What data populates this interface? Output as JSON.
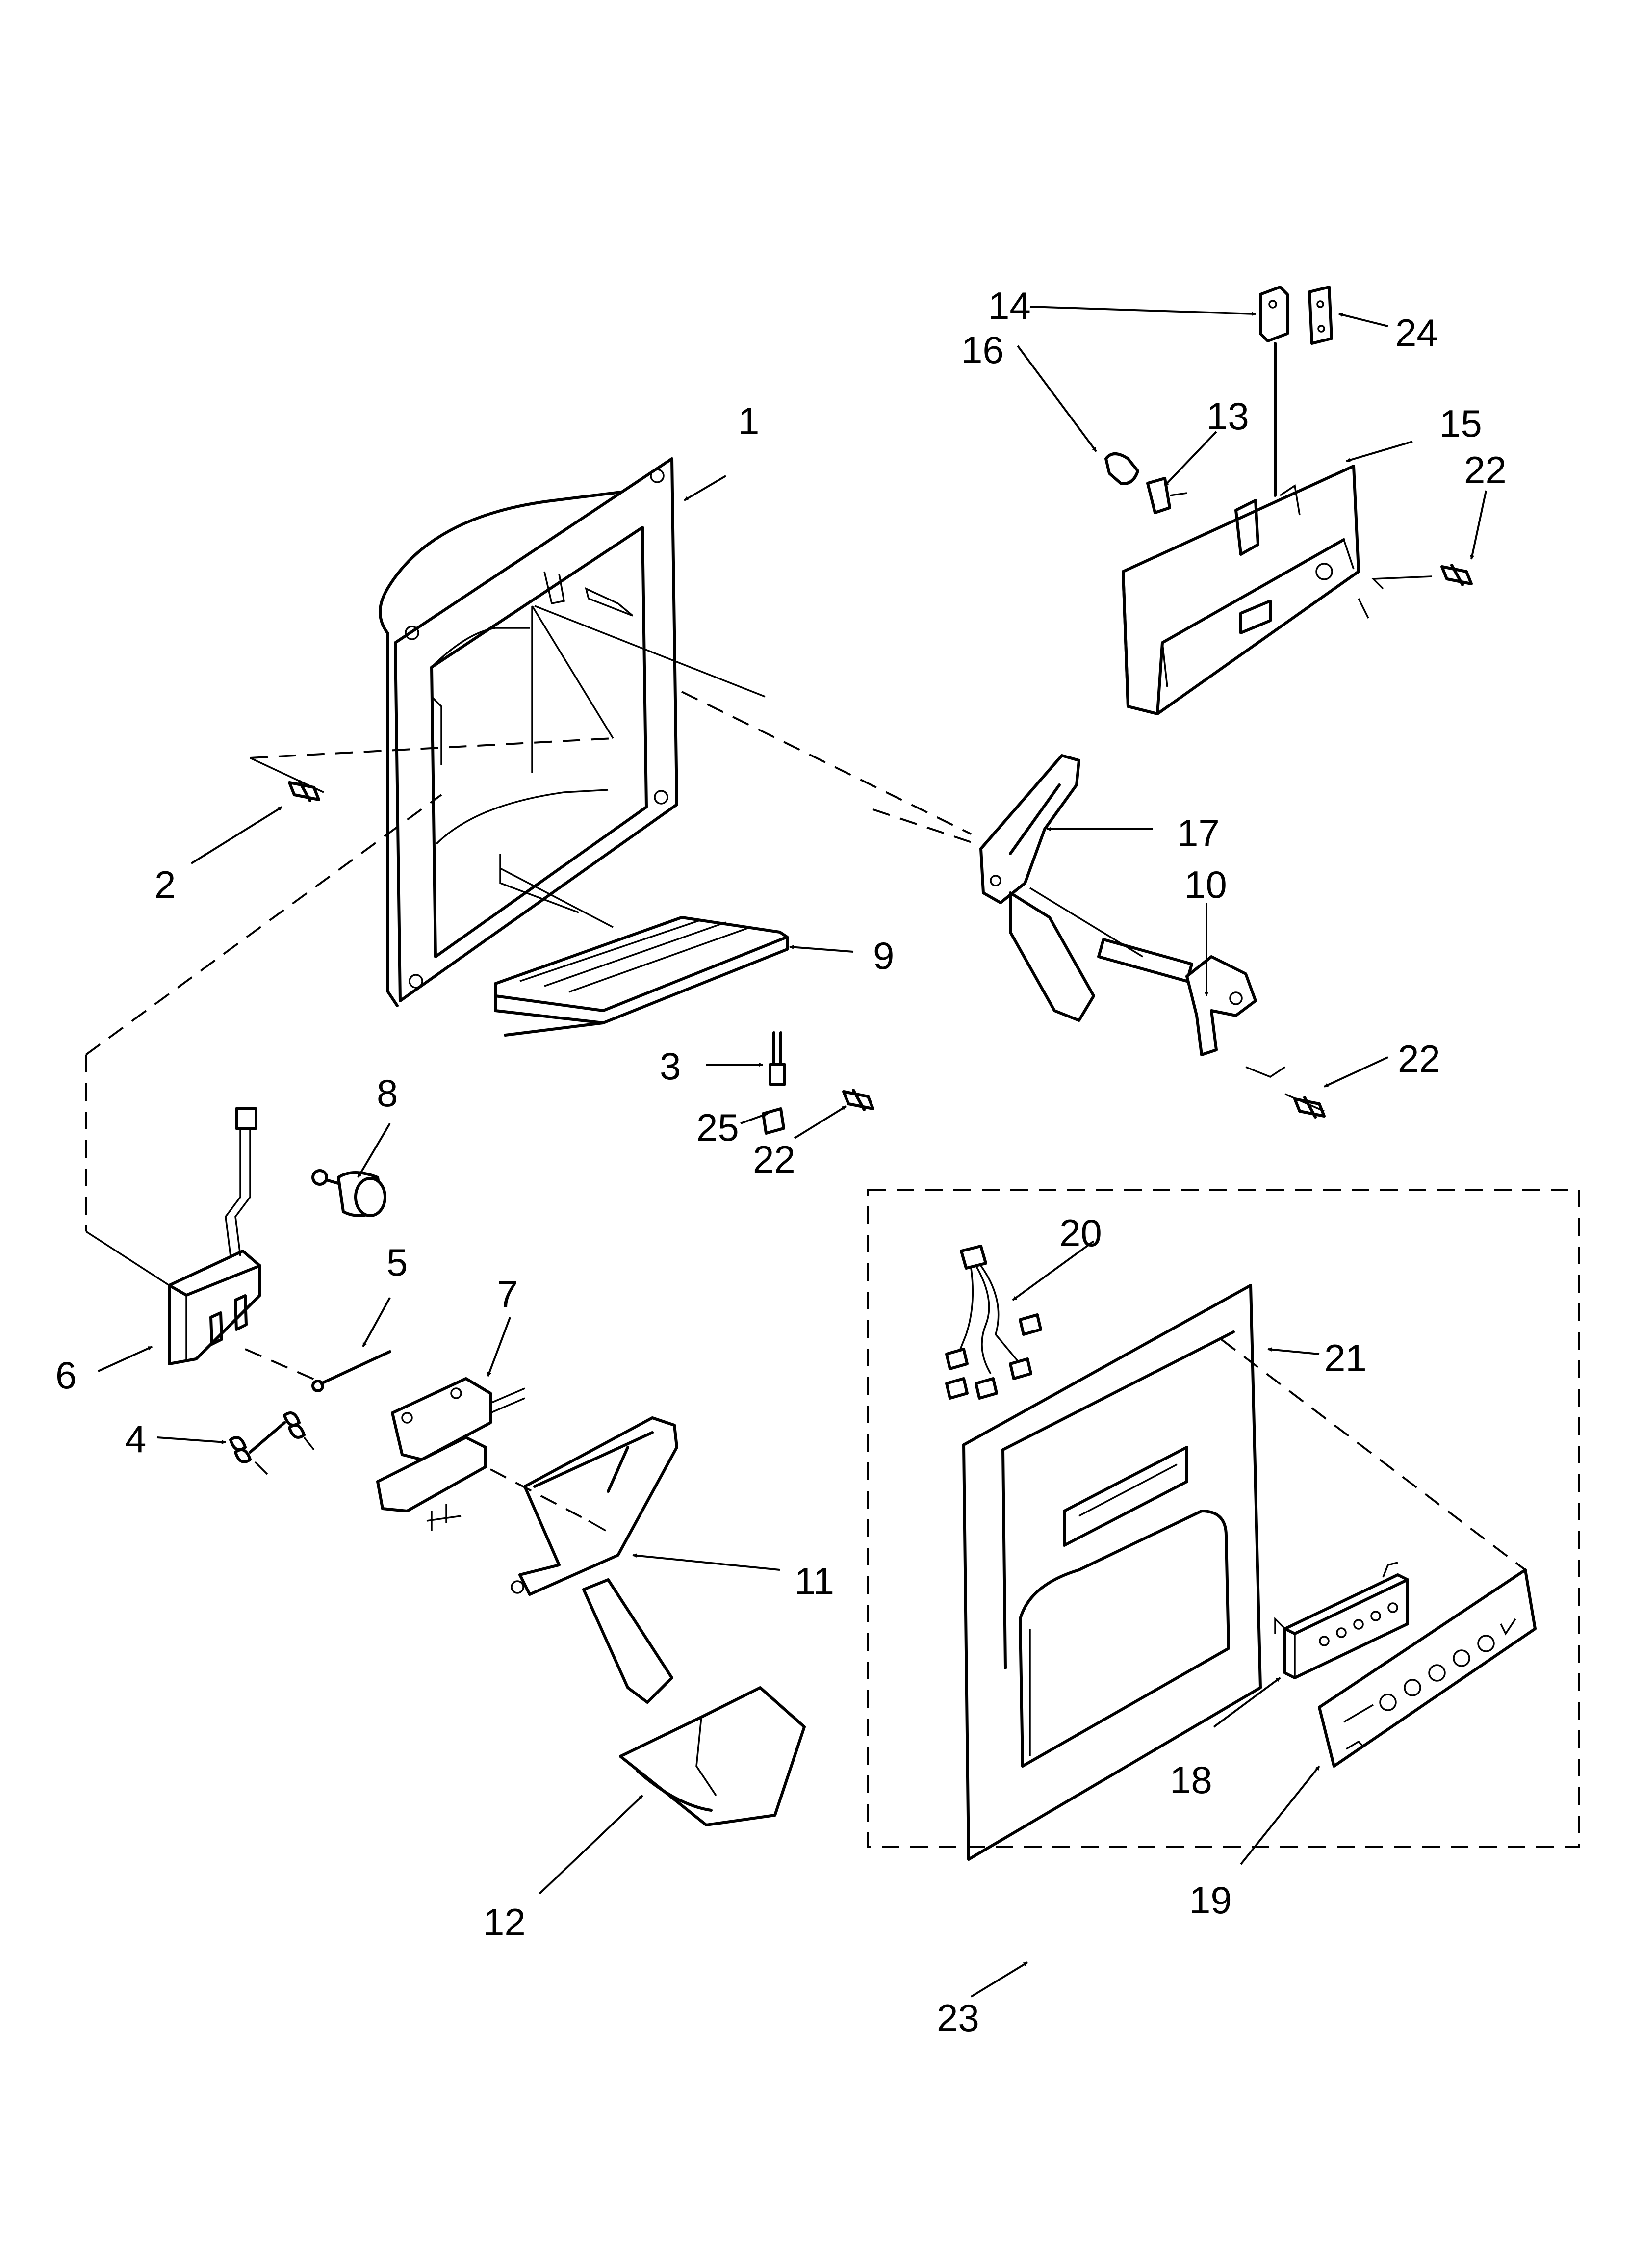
{
  "colors": {
    "ink": "#000000",
    "background": "#ffffff"
  },
  "callouts": [
    {
      "id": "1",
      "label": "1"
    },
    {
      "id": "2",
      "label": "2"
    },
    {
      "id": "3",
      "label": "3"
    },
    {
      "id": "4",
      "label": "4"
    },
    {
      "id": "5",
      "label": "5"
    },
    {
      "id": "6",
      "label": "6"
    },
    {
      "id": "7",
      "label": "7"
    },
    {
      "id": "8",
      "label": "8"
    },
    {
      "id": "9",
      "label": "9"
    },
    {
      "id": "10",
      "label": "10"
    },
    {
      "id": "11",
      "label": "11"
    },
    {
      "id": "12",
      "label": "12"
    },
    {
      "id": "13",
      "label": "13"
    },
    {
      "id": "14",
      "label": "14"
    },
    {
      "id": "15",
      "label": "15"
    },
    {
      "id": "16",
      "label": "16"
    },
    {
      "id": "17",
      "label": "17"
    },
    {
      "id": "18",
      "label": "18"
    },
    {
      "id": "19",
      "label": "19"
    },
    {
      "id": "20",
      "label": "20"
    },
    {
      "id": "21",
      "label": "21"
    },
    {
      "id": "22a",
      "label": "22"
    },
    {
      "id": "22b",
      "label": "22"
    },
    {
      "id": "22c",
      "label": "22"
    },
    {
      "id": "23",
      "label": "23"
    },
    {
      "id": "24",
      "label": "24"
    },
    {
      "id": "25",
      "label": "25"
    }
  ]
}
